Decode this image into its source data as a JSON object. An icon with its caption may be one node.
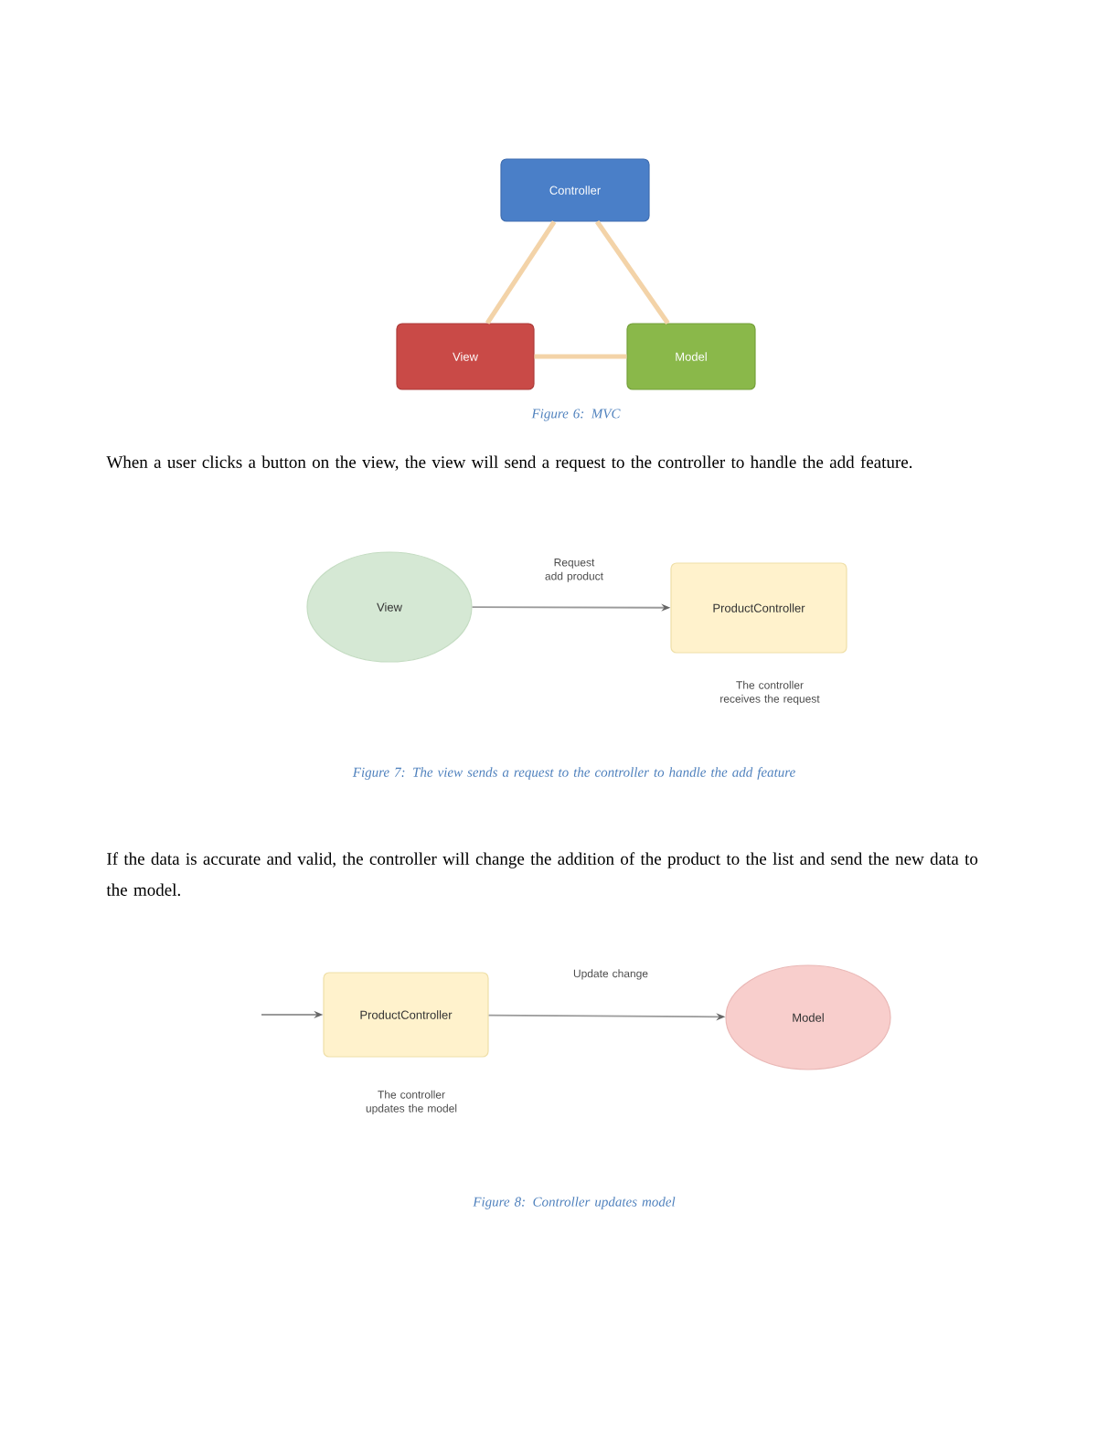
{
  "diagram": {
    "nodes": [
      {
        "text": [
          "Controller"
        ]
      },
      {
        "text": [
          "View"
        ]
      },
      {
        "text": [
          "Model"
        ]
      },
      {
        "text": [
          "View"
        ]
      },
      {
        "text": [
          "ProductController"
        ],
        "beside": [
          "The controller receives the request"
        ]
      },
      {
        "text": [
          "ProductController"
        ],
        "beside": [
          "The controller updates the model"
        ]
      },
      {
        "text": [
          "Model"
        ]
      }
    ],
    "edges": [
      {
        "from": 0,
        "to": 1,
        "arrow": "none",
        "style": "thick",
        "color": "#f3d3a8"
      },
      {
        "from": 0,
        "to": 2,
        "arrow": "none",
        "style": "thick",
        "color": "#f3d3a8"
      },
      {
        "from": 1,
        "to": 2,
        "arrow": "none",
        "style": "thick",
        "color": "#f3d3a8"
      },
      {
        "from": 3,
        "to": 4,
        "arrow": "to",
        "label": "Request add product",
        "color": "#9a9a9a"
      },
      {
        "from": null,
        "to": 5,
        "arrow": "to",
        "color": "#9a9a9a"
      },
      {
        "from": 5,
        "to": 6,
        "arrow": "to",
        "label": "Update change",
        "color": "#9a9a9a"
      }
    ],
    "labels": [
      "Figure 6: MVC",
      "When a user clicks a button on the view, the view will send a request to the controller to handle the add feature.",
      "Figure 7: The view sends a request to the controller to handle the add feature",
      "If the data is accurate and valid, the controller will change the addition of the product to the list and send the new data to the model.",
      "Figure 8: Controller updates model"
    ]
  }
}
